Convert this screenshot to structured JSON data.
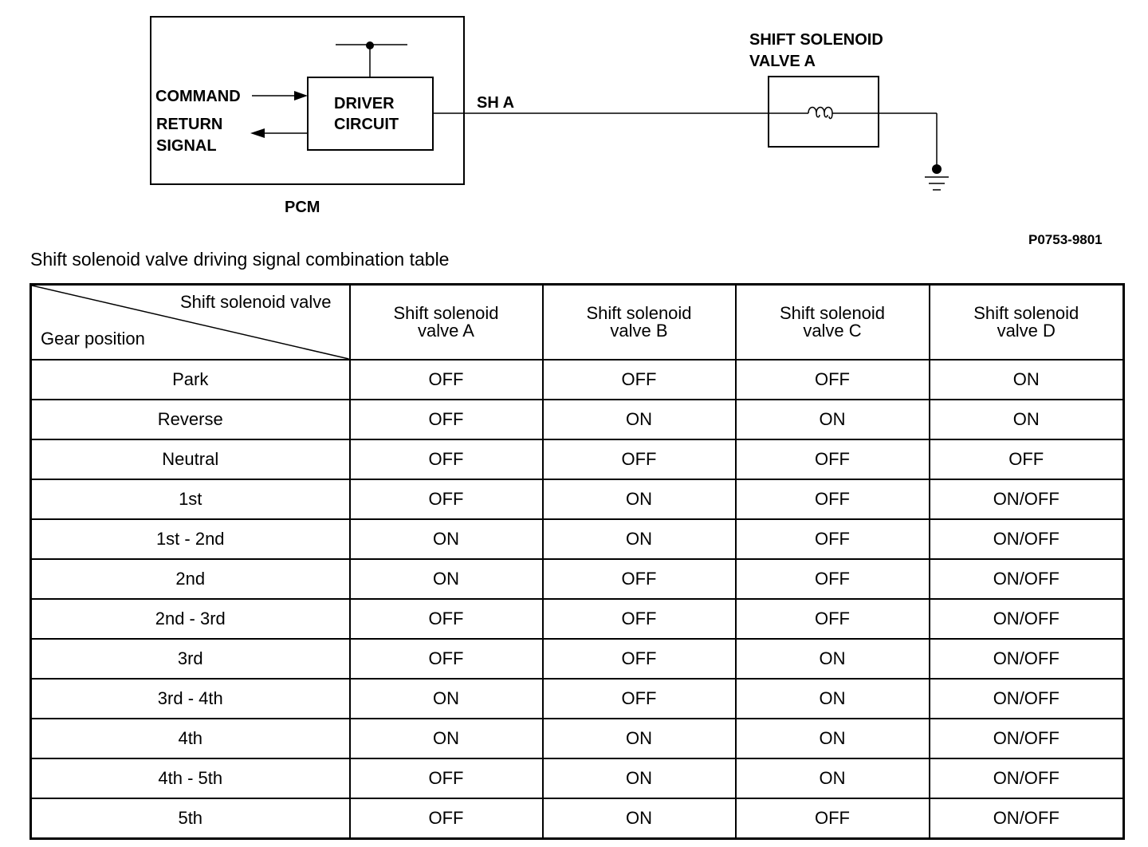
{
  "diagram": {
    "pcm_label": "PCM",
    "driver_line1": "DRIVER",
    "driver_line2": "CIRCUIT",
    "command_label": "COMMAND",
    "return_line1": "RETURN",
    "return_line2": "SIGNAL",
    "wire_label": "SH A",
    "solenoid_line1": "SHIFT SOLENOID",
    "solenoid_line2": "VALVE A",
    "figure_id": "P0753-9801",
    "icons": [
      "coil-icon",
      "ground-icon",
      "arrow-right-icon",
      "arrow-left-icon"
    ]
  },
  "caption": "Shift solenoid valve driving signal combination table",
  "table": {
    "corner_top": "Shift solenoid valve",
    "corner_bottom": "Gear position",
    "columns": [
      "Shift solenoid valve A",
      "Shift solenoid valve B",
      "Shift solenoid valve C",
      "Shift solenoid valve D"
    ],
    "rows": [
      {
        "gear": "Park",
        "values": [
          "OFF",
          "OFF",
          "OFF",
          "ON"
        ]
      },
      {
        "gear": "Reverse",
        "values": [
          "OFF",
          "ON",
          "ON",
          "ON"
        ]
      },
      {
        "gear": "Neutral",
        "values": [
          "OFF",
          "OFF",
          "OFF",
          "OFF"
        ]
      },
      {
        "gear": "1st",
        "values": [
          "OFF",
          "ON",
          "OFF",
          "ON/OFF"
        ]
      },
      {
        "gear": "1st - 2nd",
        "values": [
          "ON",
          "ON",
          "OFF",
          "ON/OFF"
        ]
      },
      {
        "gear": "2nd",
        "values": [
          "ON",
          "OFF",
          "OFF",
          "ON/OFF"
        ]
      },
      {
        "gear": "2nd - 3rd",
        "values": [
          "OFF",
          "OFF",
          "OFF",
          "ON/OFF"
        ]
      },
      {
        "gear": "3rd",
        "values": [
          "OFF",
          "OFF",
          "ON",
          "ON/OFF"
        ]
      },
      {
        "gear": "3rd - 4th",
        "values": [
          "ON",
          "OFF",
          "ON",
          "ON/OFF"
        ]
      },
      {
        "gear": "4th",
        "values": [
          "ON",
          "ON",
          "ON",
          "ON/OFF"
        ]
      },
      {
        "gear": "4th - 5th",
        "values": [
          "OFF",
          "ON",
          "ON",
          "ON/OFF"
        ]
      },
      {
        "gear": "5th",
        "values": [
          "OFF",
          "ON",
          "OFF",
          "ON/OFF"
        ]
      }
    ]
  }
}
